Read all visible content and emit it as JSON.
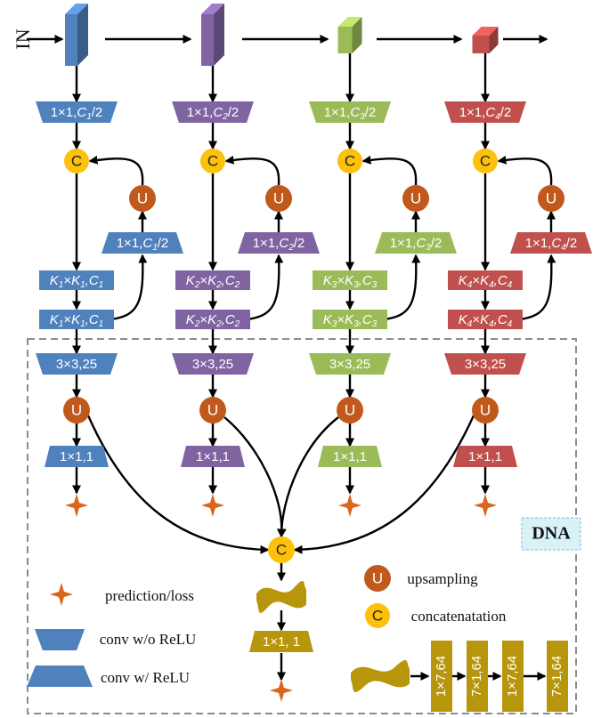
{
  "input_label": "IN",
  "dna_label": "DNA",
  "colors": {
    "blue": "#4f81bd",
    "purple": "#8064a2",
    "green": "#9bbb59",
    "red": "#c0504d",
    "gold": "#b8960c",
    "concat_node": "#fcc10a",
    "upsample_node": "#c0591b",
    "star": "#d9661f"
  },
  "node_letters": {
    "concat": "C",
    "upsample": "U"
  },
  "columns": [
    {
      "color": "blue",
      "reduce": {
        "main": "1×1,",
        "ch": "C",
        "sub": "1",
        "tail": "/2"
      },
      "side_reduce": {
        "main": "1×1,",
        "ch": "C",
        "sub": "1",
        "tail": "/2"
      },
      "conv_a": {
        "k": "K",
        "sub": "1",
        "mid": "×",
        "k2": "K",
        "sub2": "1",
        "ch": ",C",
        "sub3": "1"
      },
      "conv_b": {
        "k": "K",
        "sub": "1",
        "mid": "×",
        "k2": "K",
        "sub2": "1",
        "ch": ",C",
        "sub3": "1"
      },
      "conv33": "3×3,25",
      "conv11": "1×1,1"
    },
    {
      "color": "purple",
      "reduce": {
        "main": "1×1,",
        "ch": "C",
        "sub": "2",
        "tail": "/2"
      },
      "side_reduce": {
        "main": "1×1,",
        "ch": "C",
        "sub": "2",
        "tail": "/2"
      },
      "conv_a": {
        "k": "K",
        "sub": "2",
        "mid": "×",
        "k2": "K",
        "sub2": "2",
        "ch": ",C",
        "sub3": "2"
      },
      "conv_b": {
        "k": "K",
        "sub": "2",
        "mid": "×",
        "k2": "K",
        "sub2": "2",
        "ch": ",C",
        "sub3": "2"
      },
      "conv33": "3×3,25",
      "conv11": "1×1,1"
    },
    {
      "color": "green",
      "reduce": {
        "main": "1×1,",
        "ch": "C",
        "sub": "3",
        "tail": "/2"
      },
      "side_reduce": {
        "main": "1×1,",
        "ch": "C",
        "sub": "3",
        "tail": "/2"
      },
      "conv_a": {
        "k": "K",
        "sub": "3",
        "mid": "×",
        "k2": "K",
        "sub2": "3",
        "ch": ",C",
        "sub3": "3"
      },
      "conv_b": {
        "k": "K",
        "sub": "3",
        "mid": "×",
        "k2": "K",
        "sub2": "3",
        "ch": ",C",
        "sub3": "3"
      },
      "conv33": "3×3,25",
      "conv11": "1×1,1"
    },
    {
      "color": "red",
      "reduce": {
        "main": "1×1,",
        "ch": "C",
        "sub": "4",
        "tail": "/2"
      },
      "side_reduce": {
        "main": "1×1,",
        "ch": "C",
        "sub": "4",
        "tail": "/2"
      },
      "conv_a": {
        "k": "K",
        "sub": "4",
        "mid": "×",
        "k2": "K",
        "sub2": "4",
        "ch": ",C",
        "sub3": "4"
      },
      "conv_b": {
        "k": "K",
        "sub": "4",
        "mid": "×",
        "k2": "K",
        "sub2": "4",
        "ch": ",C",
        "sub3": "4"
      },
      "conv33": "3×3,25",
      "conv11": "1×1,1"
    }
  ],
  "fusion": {
    "conv": "1×1, 1"
  },
  "legend": {
    "prediction": "prediction/loss",
    "conv_no_relu": "conv w/o ReLU",
    "conv_relu": "conv w/ ReLU",
    "upsampling": "upsampling",
    "concatenation": "concatenatation"
  },
  "wave_blocks": [
    "1×7,64",
    "7×1,64",
    "1×7,64",
    "7×1,64"
  ]
}
